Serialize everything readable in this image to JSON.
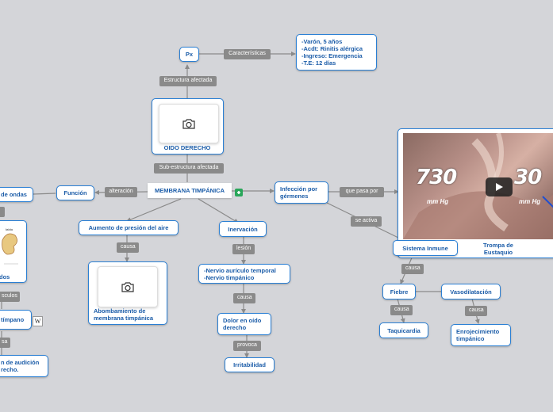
{
  "colors": {
    "background": "#d4d5d9",
    "node_border": "#2a7fd4",
    "node_text": "#1b5ca8",
    "label_bg": "#8a8a8a",
    "connector": "#8a8a8a"
  },
  "nodes": {
    "px": "Px",
    "caracteristicas": "Características",
    "details": [
      "-Varón, 5 años",
      "-Acdt: Rinitis alérgica",
      "-Ingreso: Emergencia",
      "-T.E: 12 días"
    ],
    "estructura_afectada": "Estructura afectada",
    "oido_derecho": "OIDO DERECHO",
    "subestructura": "Sub-estructura afectada",
    "membrana": "MEMBRANA TIMPÁNICA",
    "alteracion": "alteración",
    "funcion": "Función",
    "ondas": "de ondas",
    "dos": "dos",
    "musculos": "sculos",
    "timpano": "tímpano",
    "wiki_icon": "W",
    "causa_left": "sa",
    "audicion": [
      "n de audición",
      "recho."
    ],
    "aumento": "Aumento de presión del aire",
    "causa1": "causa",
    "abombamiento": [
      "Abombamiento de",
      "membrana timpánica"
    ],
    "inervacion": "Inervación",
    "lesion": "lesión",
    "nervios": [
      "-Nervio aurículo temporal",
      "-Nervio timpánico"
    ],
    "causa2": "causa",
    "dolor": [
      "Dolor en oído",
      "derecho"
    ],
    "provoca": "provoca",
    "irritabilidad": "Irritabilidad",
    "infeccion": [
      "Infección por",
      "gérmenes"
    ],
    "que_pasa_por": "que pasa por",
    "se_activa": "se activa",
    "trompa": [
      "Trompa de",
      "Eustaquio"
    ],
    "sistema": "Sistema Inmune",
    "causa3": "causa",
    "fiebre": "Fiebre",
    "vasodilatacion": "Vasodilatación",
    "causa4": "causa",
    "causa5": "causa",
    "taquicardia": "Taquicardia",
    "enrojecimiento": [
      "Enrojecimiento",
      "timpánico"
    ],
    "video_left_value": "730",
    "video_left_unit": "mm Hg",
    "video_right_value": "30",
    "video_right_unit": "mm Hg"
  }
}
